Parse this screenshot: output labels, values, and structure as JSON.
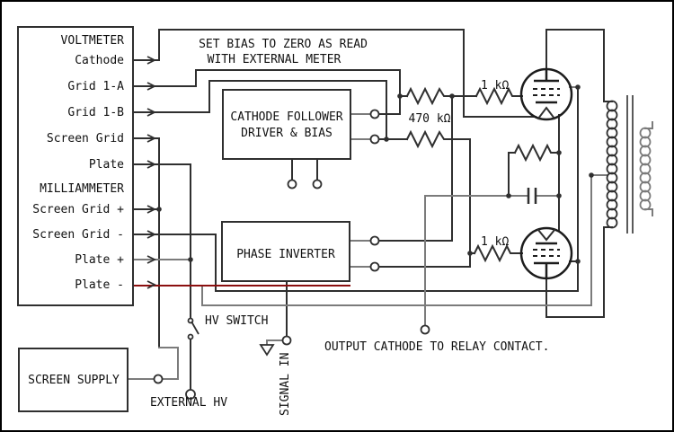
{
  "colors": {
    "background": "#ffffff",
    "wire_dark": "#2f2f2f",
    "wire_gray": "#7b7b7b",
    "wire_red": "#8b0f0f",
    "text": "#111111"
  },
  "left_panel": {
    "items": [
      {
        "label": "VOLTMETER"
      },
      {
        "label": "Cathode"
      },
      {
        "label": "Grid 1-A"
      },
      {
        "label": "Grid 1-B"
      },
      {
        "label": "Screen Grid"
      },
      {
        "label": "Plate"
      },
      {
        "label": "MILLIAMMETER"
      },
      {
        "label": "Screen Grid +"
      },
      {
        "label": "Screen Grid -"
      },
      {
        "label": "Plate +"
      },
      {
        "label": "Plate -"
      }
    ]
  },
  "notes": {
    "bias_line1": "SET BIAS TO ZERO AS READ",
    "bias_line2": "WITH EXTERNAL METER",
    "output": "OUTPUT CATHODE TO RELAY CONTACT."
  },
  "blocks": {
    "cathode_follower_line1": "CATHODE FOLLOWER",
    "cathode_follower_line2": "DRIVER & BIAS",
    "phase_inverter": "PHASE INVERTER",
    "screen_supply": "SCREEN SUPPLY"
  },
  "components": {
    "r_470k": "470 kΩ",
    "r_1k_top": "1 kΩ",
    "r_1k_bottom": "1 kΩ"
  },
  "labels": {
    "hv_switch": "HV SWITCH",
    "external_hv": "EXTERNAL HV",
    "signal_in": "SIGNAL IN"
  }
}
